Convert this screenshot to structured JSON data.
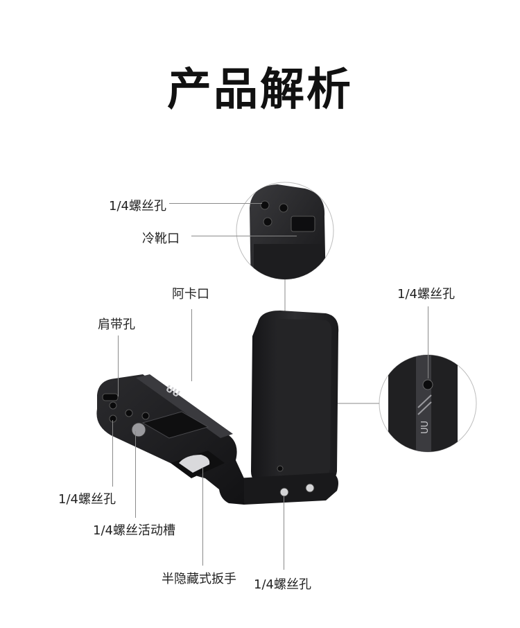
{
  "title": "产品解析",
  "labels": {
    "hole_quarter_top": "1/4螺丝孔",
    "cold_shoe": "冷靴口",
    "arca_slot": "阿卡口",
    "strap_hole": "肩带孔",
    "hole_quarter_right": "1/4螺丝孔",
    "hole_quarter_left": "1/4螺丝孔",
    "quarter_slot": "1/4螺丝活动槽",
    "hidden_wrench": "半隐藏式扳手",
    "hole_quarter_bottom": "1/4螺丝孔"
  },
  "brand_mark": "UU",
  "colors": {
    "product_black": "#1c1c1e",
    "grip_leather": "#2a2a2c",
    "metal_edge": "#4a4a4e",
    "leader_line": "#8a8a8a"
  }
}
